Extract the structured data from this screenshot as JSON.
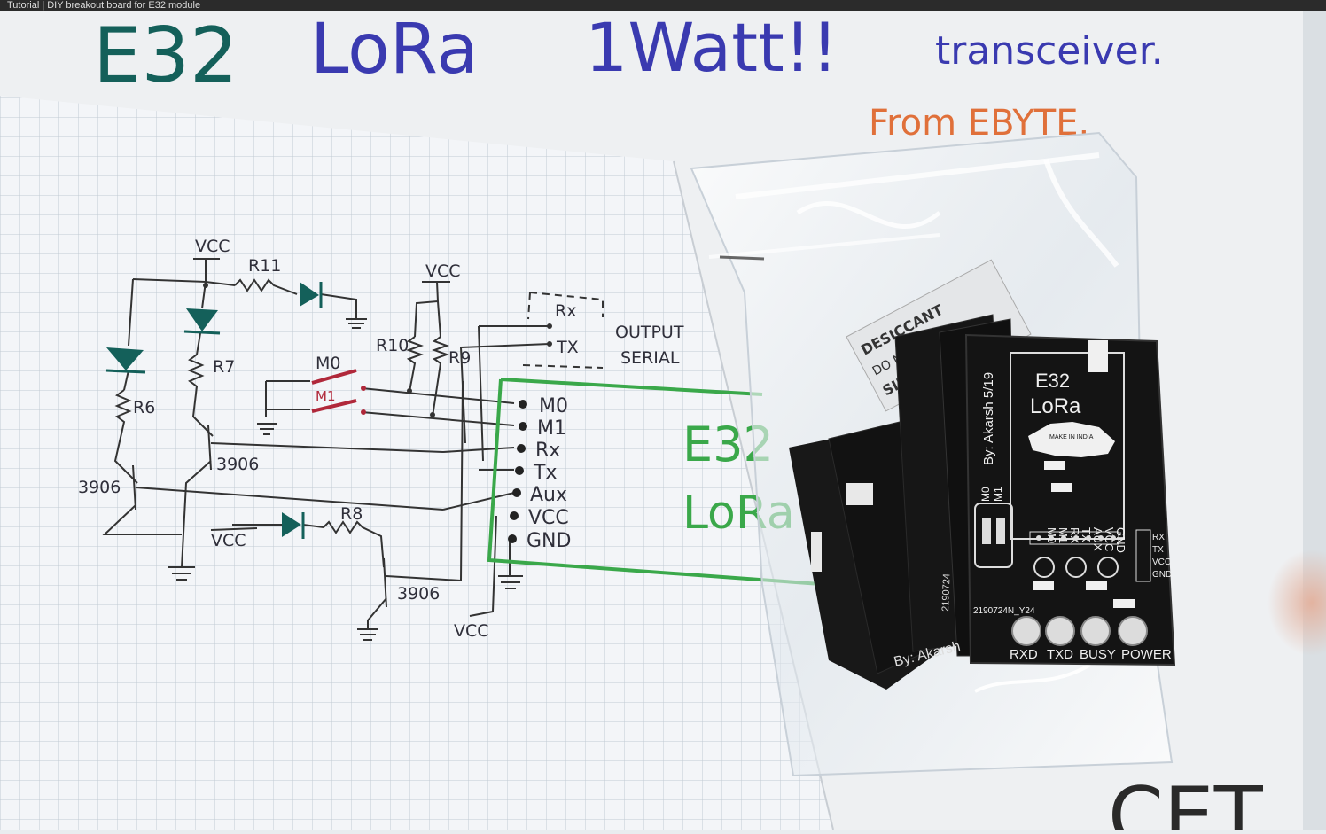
{
  "video_caption": "Tutorial | DIY breakout board for E32 module",
  "title": {
    "part1": "E32",
    "part2": "LoRa",
    "part3": "1Watt!!",
    "part4": "transceiver."
  },
  "from_note": "From EBYTE.",
  "bottom_note": "CET..",
  "schematic": {
    "labels": {
      "vcc_top_left": "VCC",
      "r11": "R11",
      "vcc_top_mid": "VCC",
      "rx_out": "Rx",
      "tx_out": "TX",
      "output_serial_1": "OUTPUT",
      "output_serial_2": "SERIAL",
      "r10": "R10",
      "r9": "R9",
      "m0_switch": "M0",
      "m1_switch": "M1",
      "r7": "R7",
      "r6": "R6",
      "q_3906_a": "3906",
      "q_3906_b": "3906",
      "q_3906_c": "3906",
      "r8": "R8",
      "vcc_bottom_left": "VCC",
      "vcc_bottom_mid": "VCC"
    },
    "pins": [
      "M0",
      "M1",
      "Rx",
      "Tx",
      "Aux",
      "VCC",
      "GND"
    ],
    "module_label_1": "E32",
    "module_label_2": "LoRa"
  },
  "pcb": {
    "title_1": "E32",
    "title_2": "LoRa",
    "author": "By: Akarsh 5/19",
    "badge": "MAKE IN INDIA",
    "pin_labels": [
      "GND",
      "VCC",
      "AUX",
      "TX",
      "RX",
      "M1",
      "M0"
    ],
    "side_labels": [
      "RX",
      "TX",
      "VCC",
      "GND"
    ],
    "switch_labels": [
      "M0",
      "M1"
    ],
    "leds": [
      "RXD",
      "TXD",
      "BUSY",
      "POWER"
    ],
    "lot": "2190724N_Y24",
    "lot_back": "2190724",
    "author_back": "By: Akarsh"
  },
  "desiccant": {
    "line1": "DESICCANT",
    "line2": "DO NOT EAT",
    "line3": "SILICA"
  },
  "colors": {
    "teal_ink": "#14605a",
    "blue_ink": "#3a3ab0",
    "green_ink": "#3aa84a",
    "orange_ink": "#e0703a",
    "red_ink": "#b0283a",
    "pcb": "#141414"
  }
}
